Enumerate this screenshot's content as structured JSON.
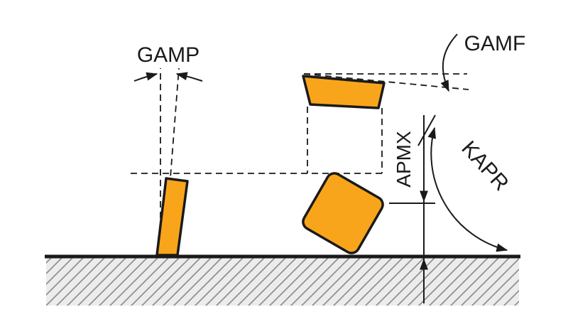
{
  "diagram": {
    "labels": {
      "gamp": "GAMP",
      "gamf": "GAMF",
      "apmx": "APMX",
      "kapr": "KAPR"
    },
    "colors": {
      "insert_fill": "#F9A51B",
      "outline": "#1A1A1A",
      "hatch_line": "#8F8F8F",
      "hatch_bg": "#ECECEC",
      "background": "#FFFFFF"
    }
  }
}
